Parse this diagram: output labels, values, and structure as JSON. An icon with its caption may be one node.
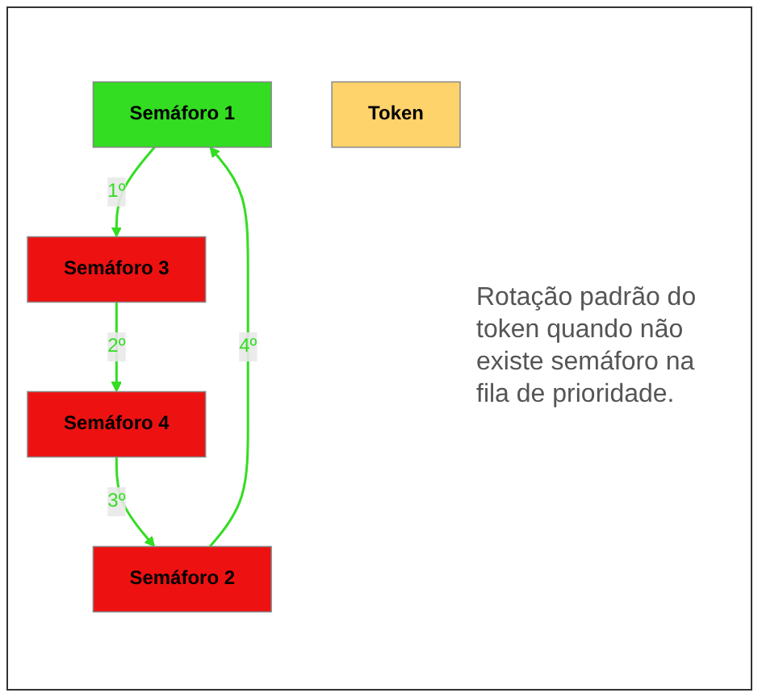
{
  "diagram": {
    "nodes": [
      {
        "text": [
          "Semáforo 1"
        ]
      },
      {
        "text": [
          "Token"
        ]
      },
      {
        "text": [
          "Semáforo 2"
        ]
      },
      {
        "text": [
          "Semáforo 3"
        ]
      },
      {
        "text": [
          "Semáforo 4"
        ]
      }
    ],
    "edges": [
      {
        "from": 0,
        "to": 3,
        "arrow": "to",
        "label": "1º"
      },
      {
        "from": 3,
        "to": 4,
        "arrow": "to",
        "label": "2º"
      },
      {
        "from": 4,
        "to": 2,
        "arrow": "to",
        "label": "3º"
      },
      {
        "from": 2,
        "to": 0,
        "arrow": "to",
        "label": "4º"
      }
    ],
    "labels": [
      "Rotação padrão do token quando não existe semáforo na fila de prioridade."
    ]
  }
}
